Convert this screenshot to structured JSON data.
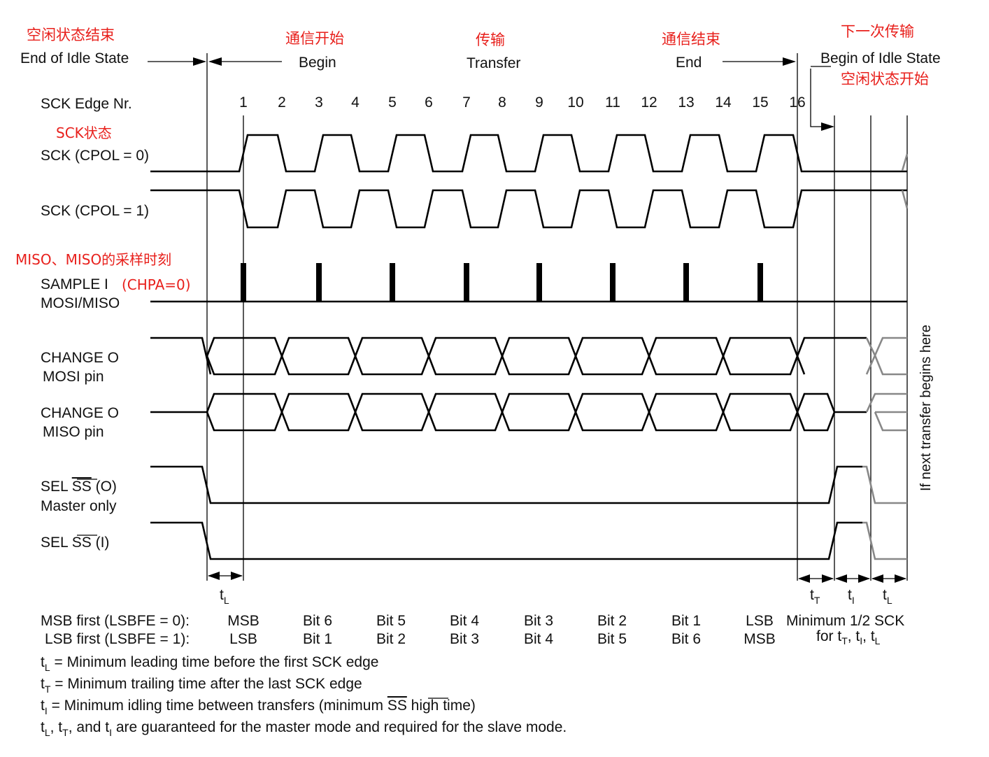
{
  "annotations_cn": {
    "idle_end": "空闲状态结束",
    "begin": "通信开始",
    "transfer": "传输",
    "end": "通信结束",
    "next": "下一次传输",
    "idle_begin": "空闲状态开始",
    "sck_state": "SCK状态",
    "sample": "MISO、MISO的采样时刻",
    "chpa": "(CHPA=0)"
  },
  "phases": {
    "idle_end": "End of Idle State",
    "begin": "Begin",
    "transfer": "Transfer",
    "end": "End",
    "idle_begin": "Begin of Idle State"
  },
  "edge_row_label": "SCK Edge Nr.",
  "edges": [
    "1",
    "2",
    "3",
    "4",
    "5",
    "6",
    "7",
    "8",
    "9",
    "10",
    "11",
    "12",
    "13",
    "14",
    "15",
    "16"
  ],
  "signals": {
    "sck_cpol0": "SCK (CPOL = 0)",
    "sck_cpol1": "SCK (CPOL = 1)",
    "sample_1": "SAMPLE I",
    "sample_2": "MOSI/MISO",
    "change_mosi_1": "CHANGE O",
    "change_mosi_2": "MOSI pin",
    "change_miso_1": "CHANGE O",
    "change_miso_2": "MISO pin",
    "sel_o_prefix": "SEL ",
    "sel_o_ss": "SS",
    "sel_o_suffix": " (O)",
    "sel_o_2": "Master only",
    "sel_i_prefix": "SEL ",
    "sel_i_ss": "SS",
    "sel_i_suffix": " (I)"
  },
  "side_note": "If next transfer begins here",
  "timing_labels": [
    "t",
    "L",
    "t",
    "T",
    "t",
    "I",
    "t",
    "L"
  ],
  "bit_table": {
    "msb_label": "MSB first (LSBFE = 0):",
    "lsb_label": "LSB first (LSBFE = 1):",
    "msb_first": [
      "MSB",
      "Bit 6",
      "Bit 5",
      "Bit 4",
      "Bit 3",
      "Bit 2",
      "Bit 1",
      "LSB"
    ],
    "lsb_first": [
      "LSB",
      "Bit 1",
      "Bit 2",
      "Bit 3",
      "Bit 4",
      "Bit 5",
      "Bit 6",
      "MSB"
    ],
    "min_1": "Minimum 1/2 SCK",
    "min_2_pre": "for t",
    "min_2_T": "T",
    "min_2_mid1": ", t",
    "min_2_I": "I",
    "min_2_mid2": ", t",
    "min_2_L": "L"
  },
  "notes": {
    "n1_t": "t",
    "n1_sub": "L",
    "n1_rest": " = Minimum leading time before the first SCK edge",
    "n2_t": "t",
    "n2_sub": "T",
    "n2_rest": " = Minimum trailing time after the last SCK edge",
    "n3_t": "t",
    "n3_sub": "I",
    "n3_rest_a": " = Minimum idling time between transfers (minimum ",
    "n3_ss": "SS",
    "n3_rest_b": " high time)",
    "n4_a": "t",
    "n4_a_sub": "L",
    "n4_b": ", t",
    "n4_b_sub": "T",
    "n4_c": ", and t",
    "n4_c_sub": "I",
    "n4_rest": " are guaranteed for the master mode and required for the slave mode."
  },
  "colors": {
    "annotation": "#e8201c",
    "line": "#000000",
    "ghost": "#888888"
  }
}
